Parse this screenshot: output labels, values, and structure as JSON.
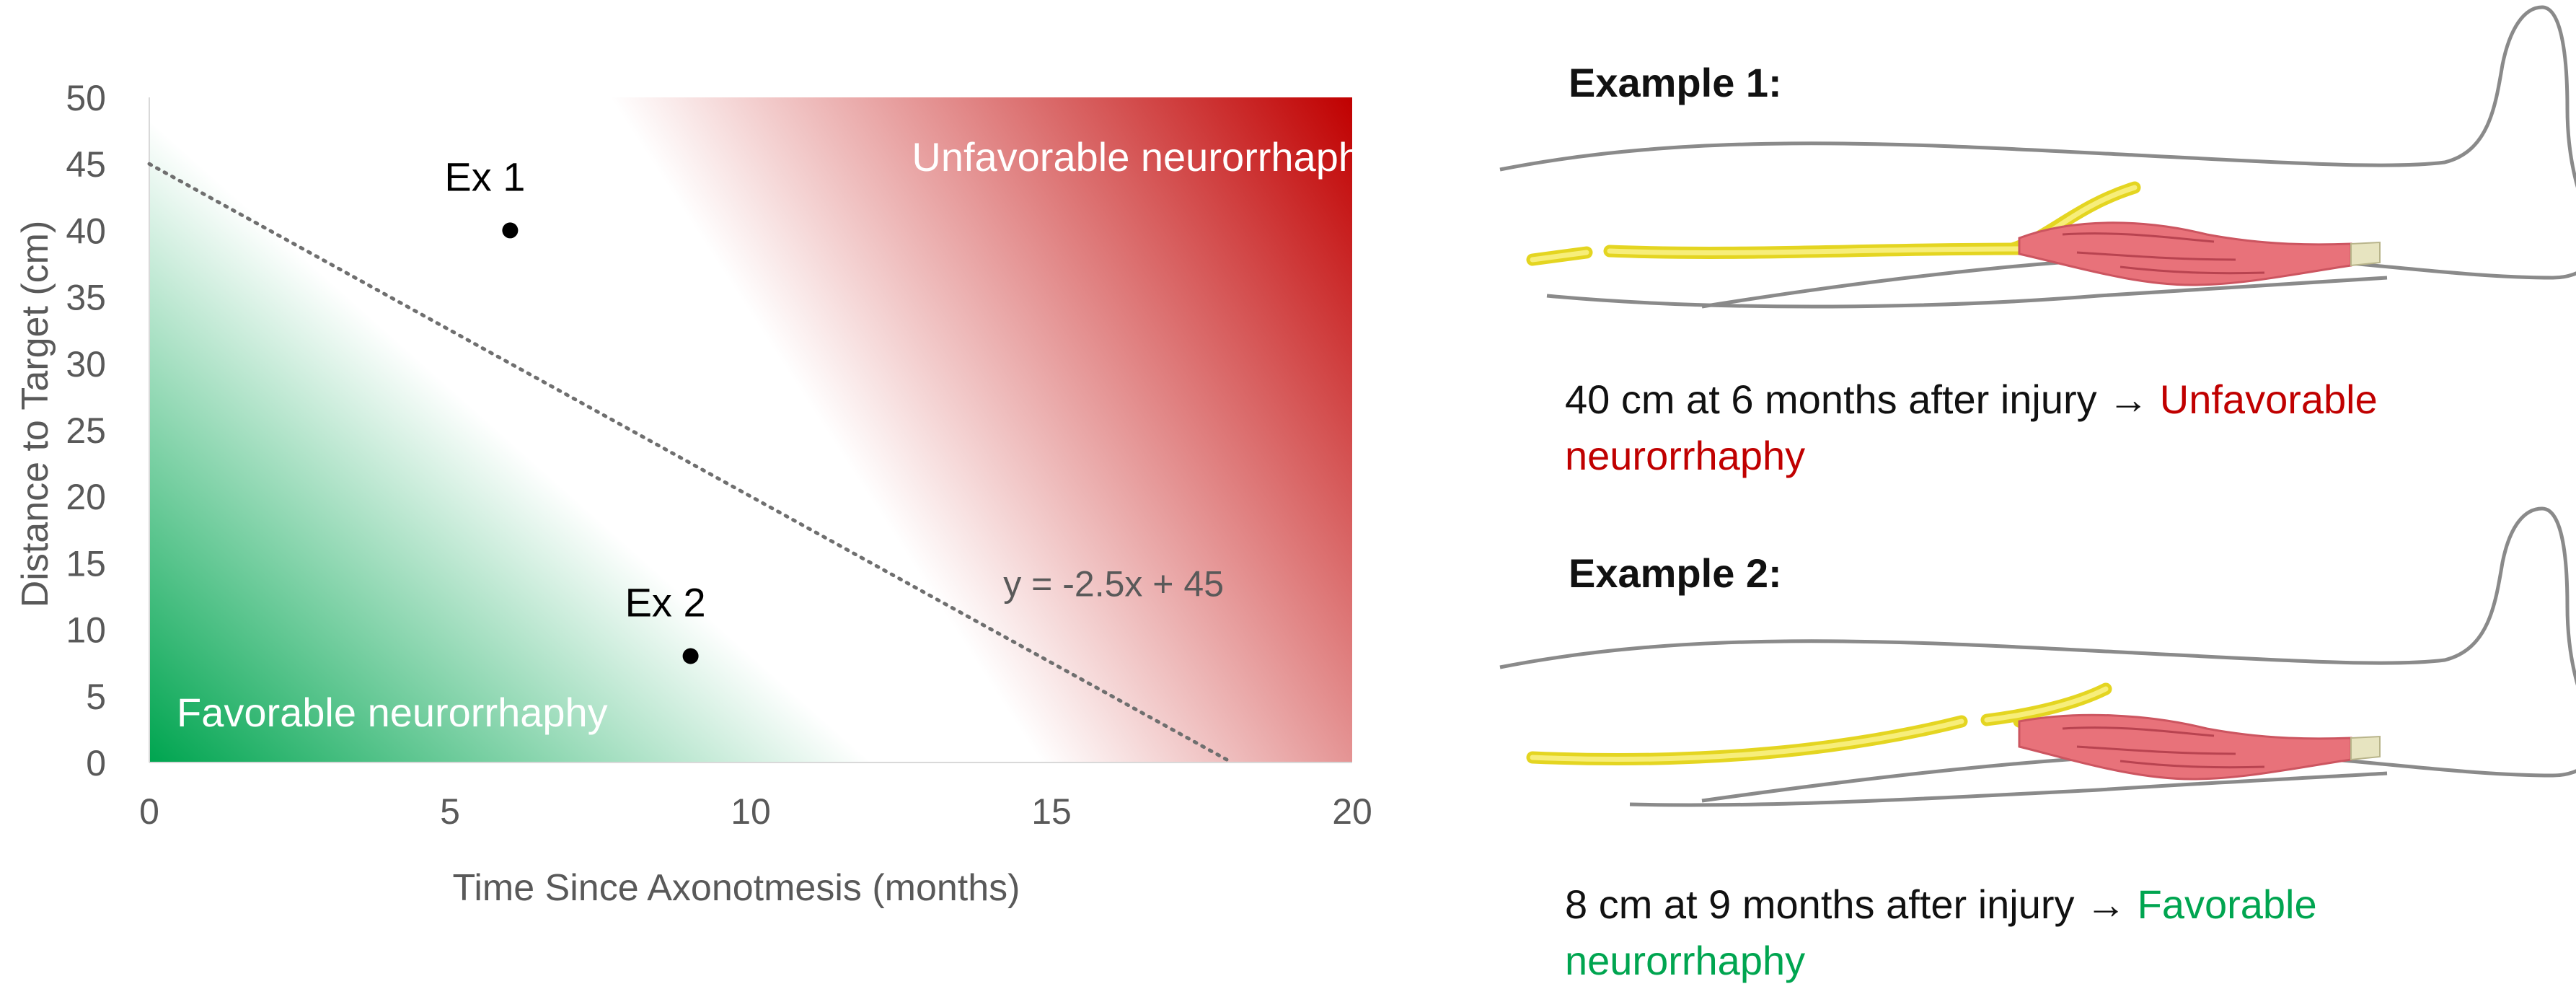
{
  "chart_data": {
    "type": "scatter",
    "title": "",
    "xlabel": "Time Since Axonotmesis (months)",
    "ylabel": "Distance to Target (cm)",
    "xlim": [
      0,
      20
    ],
    "ylim": [
      0,
      50
    ],
    "xticks": [
      0,
      5,
      10,
      15,
      20
    ],
    "yticks": [
      0,
      5,
      10,
      15,
      20,
      25,
      30,
      35,
      40,
      45,
      50
    ],
    "grid": false,
    "points": [
      {
        "label": "Ex 1",
        "x": 6,
        "y": 40
      },
      {
        "label": "Ex 2",
        "x": 9,
        "y": 8
      }
    ],
    "line": {
      "slope": -2.5,
      "intercept": 45,
      "style": "dotted",
      "label": "y = -2.5x + 45"
    },
    "regions": {
      "unfavorable": {
        "label": "Unfavorable neurorrhaphy",
        "color": "#c00000"
      },
      "favorable": {
        "label": "Favorable neurorrhaphy",
        "color": "#00a550"
      }
    }
  },
  "examples": [
    {
      "title": "Example 1:",
      "caption_main": "40 cm at 6 months after injury → ",
      "caption_result": "Unfavorable neurorrhaphy"
    },
    {
      "title": "Example 2:",
      "caption_main": "8 cm at 9 months after injury → ",
      "caption_result": "Favorable neurorrhaphy"
    }
  ],
  "colors": {
    "unfavorable": "#c00000",
    "favorable": "#00a550",
    "nerve": "#f2e43a",
    "muscle": "#e8727a",
    "leg_outline": "#8a8a8a"
  }
}
